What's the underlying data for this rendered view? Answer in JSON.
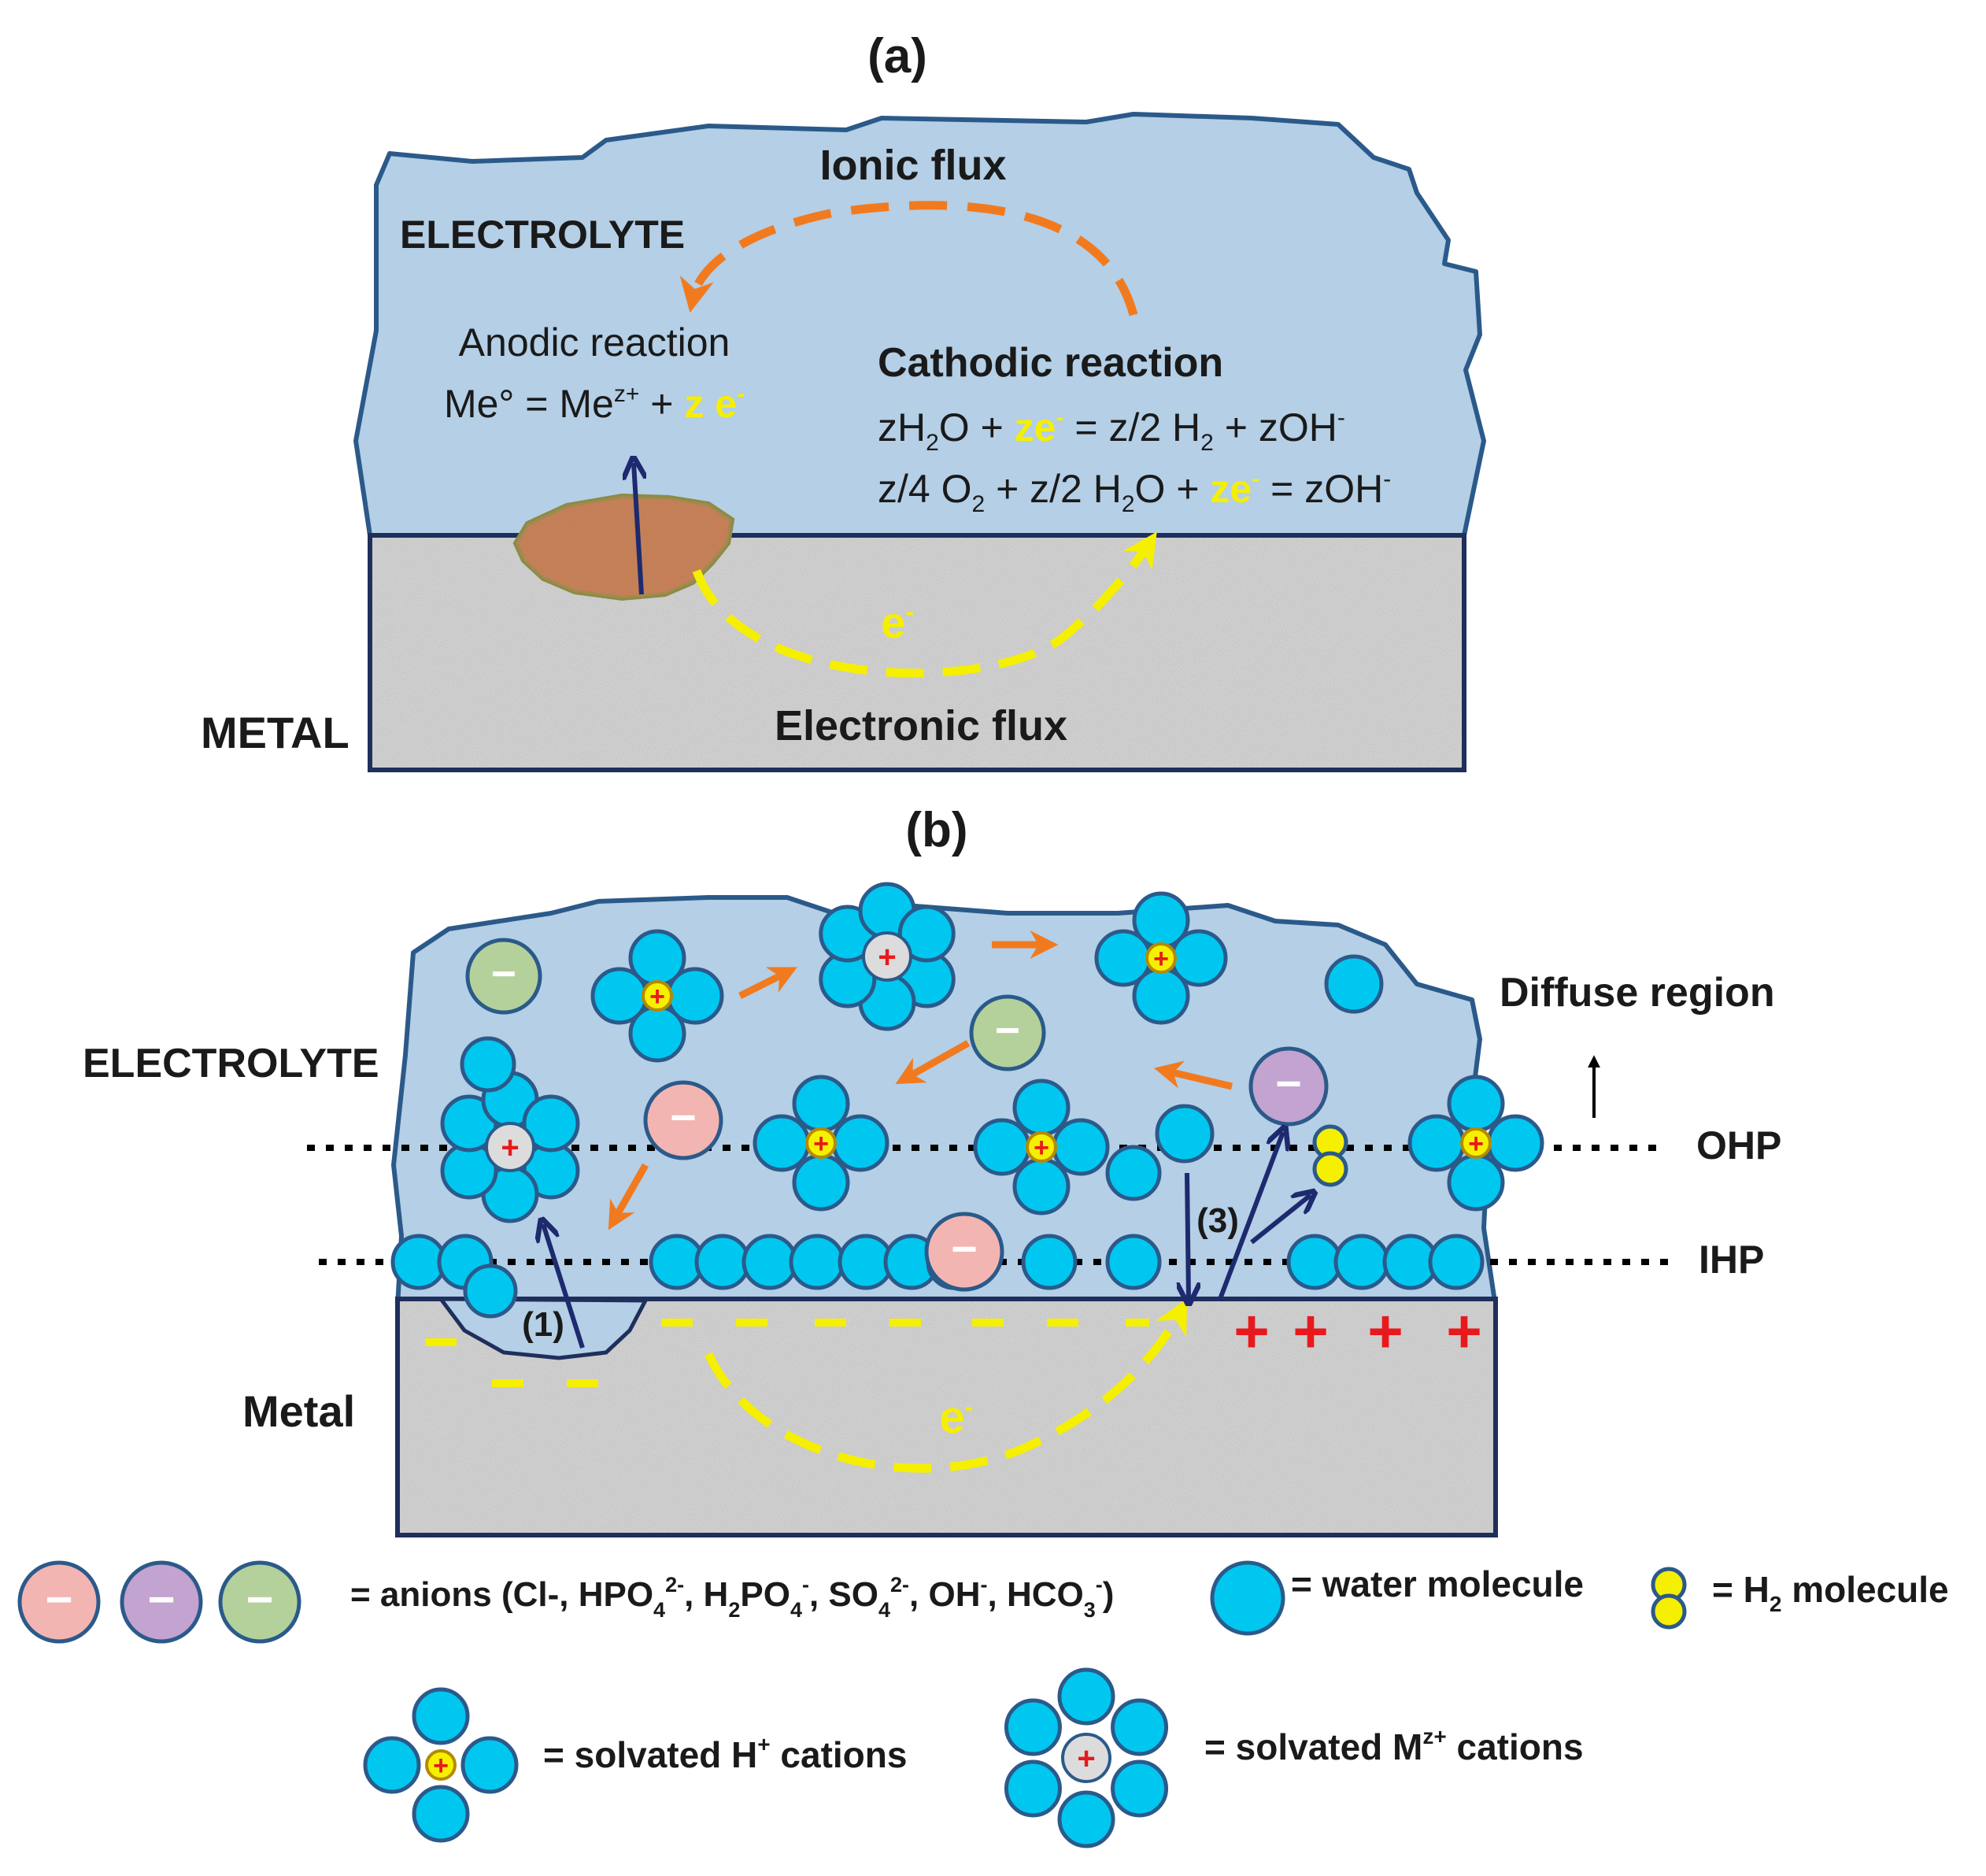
{
  "panel_a": {
    "label": "(a)",
    "electrolyte": "ELECTROLYTE",
    "metal": "METAL",
    "ionic_flux": "Ionic flux",
    "electronic_flux": "Electronic flux",
    "anodic_title": "Anodic reaction",
    "anodic_eq": {
      "left": "Me° = Me",
      "sup": "z+",
      "plus": " + ",
      "electrons": "z e",
      "e_sup": "-"
    },
    "cathodic_title": "Cathodic reaction",
    "cathodic_eq1": {
      "a": "zH",
      "a_sub": "2",
      "b": "O + ",
      "ze": "ze",
      "ze_sup": "-",
      "c": " = z/2 H",
      "c_sub": "2",
      "d": " + zOH",
      "d_sup": "-"
    },
    "cathodic_eq2": {
      "a": "z/4 O",
      "a_sub": "2",
      "b": " + z/2 H",
      "b_sub": "2",
      "c": "O + ",
      "ze": "ze",
      "ze_sup": "-",
      "d": " = zOH",
      "d_sup": "-"
    },
    "electron": {
      "e": "e",
      "sup": "-"
    }
  },
  "panel_b": {
    "label": "(b)",
    "electrolyte": "ELECTROLYTE",
    "metal": "Metal",
    "diffuse": "Diffuse region",
    "ohp": "OHP",
    "ihp": "IHP",
    "step1": "(1)",
    "step3": "(3)",
    "electron": {
      "e": "e",
      "sup": "-"
    },
    "minus_sign": "−",
    "plus_sign": "+"
  },
  "legend": {
    "anions": {
      "a": "= anions (Cl-, HPO",
      "s1": "4",
      "p1": "2-",
      "b": ", H",
      "s2": "2",
      "c": "PO",
      "s3": "4",
      "p2": "-",
      "d": ", SO",
      "s4": "4",
      "p3": "2-",
      "e": ", OH",
      "p4": "-",
      "f": ", HCO",
      "s5": "3",
      "p5": "-",
      "g": ")"
    },
    "water": "= water molecule",
    "h2": {
      "a": "= H",
      "sub": "2",
      "b": " molecule"
    },
    "h_cation": {
      "a": "= solvated H",
      "sup": "+",
      "b": " cations"
    },
    "m_cation": {
      "a": "= solvated M",
      "sup": "z+",
      "b": " cations"
    }
  },
  "colors": {
    "electrolyte": "#b4cfe6",
    "outline": "#2b5a8a",
    "water": "#00c7f0",
    "anion_pink": "#f3b5b1",
    "anion_purple": "#c3a3cf",
    "anion_green": "#b5d19b",
    "h2": "#f5ef00",
    "electron_flow": "#f5ef00",
    "ionic_flow": "#f27a1e",
    "arrow_dark": "#1e2a6e",
    "plus_red": "#e8191c",
    "corrosion": "#c47a52"
  }
}
